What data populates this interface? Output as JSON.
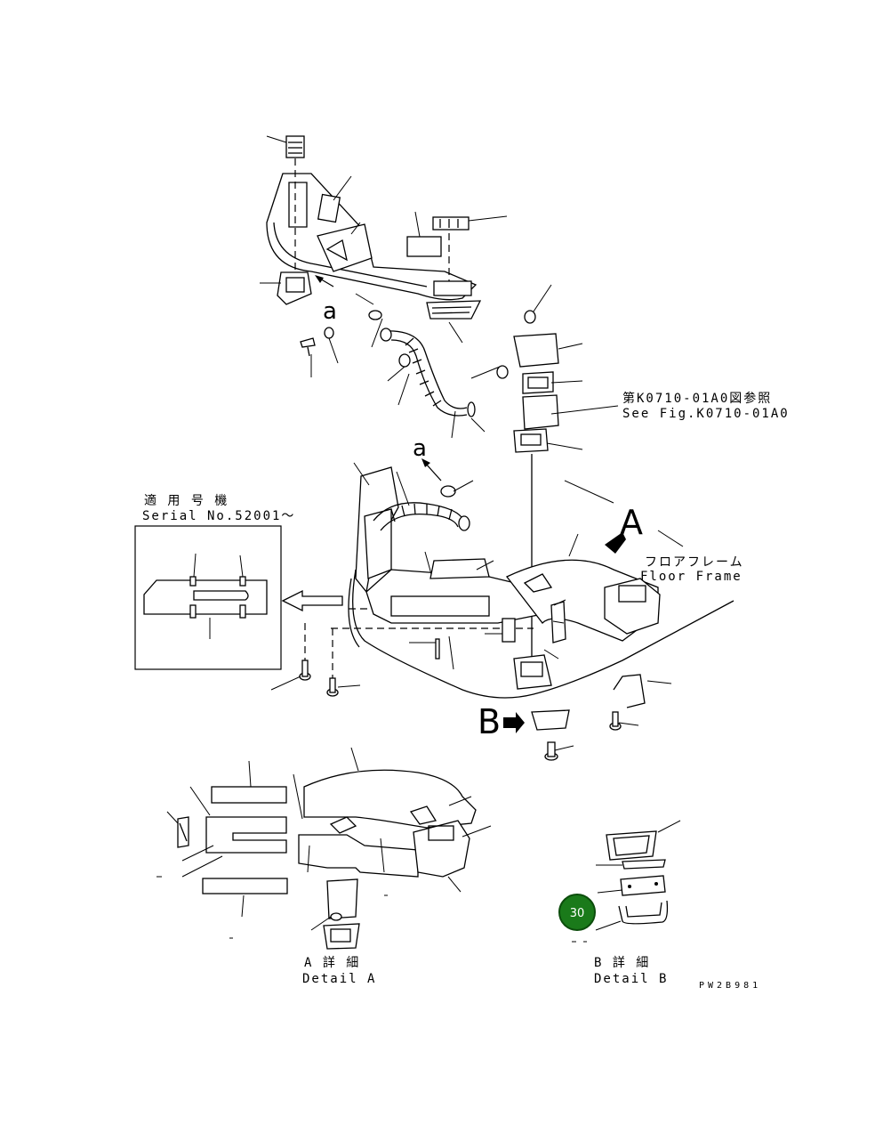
{
  "labels": {
    "see_fig_jp": "第K0710-01A0図参照",
    "see_fig_en": "See Fig.K0710-01A0",
    "floor_frame_jp": "フロアフレーム",
    "floor_frame_en": "Floor Frame",
    "serial_jp": "適 用 号 機",
    "serial_en": "Serial No.52001～",
    "detail_a_jp": "A 詳 細",
    "detail_a_en": "Detail A",
    "detail_b_jp": "B 詳 細",
    "detail_b_en": "Detail B",
    "view_a": "A",
    "view_b": "B",
    "arrow_a1": "a",
    "arrow_a2": "a",
    "part_number": "PW2B981"
  },
  "badge": {
    "text": "30",
    "color": "#1a7a1a"
  },
  "colors": {
    "line": "#000000",
    "background": "#ffffff"
  }
}
